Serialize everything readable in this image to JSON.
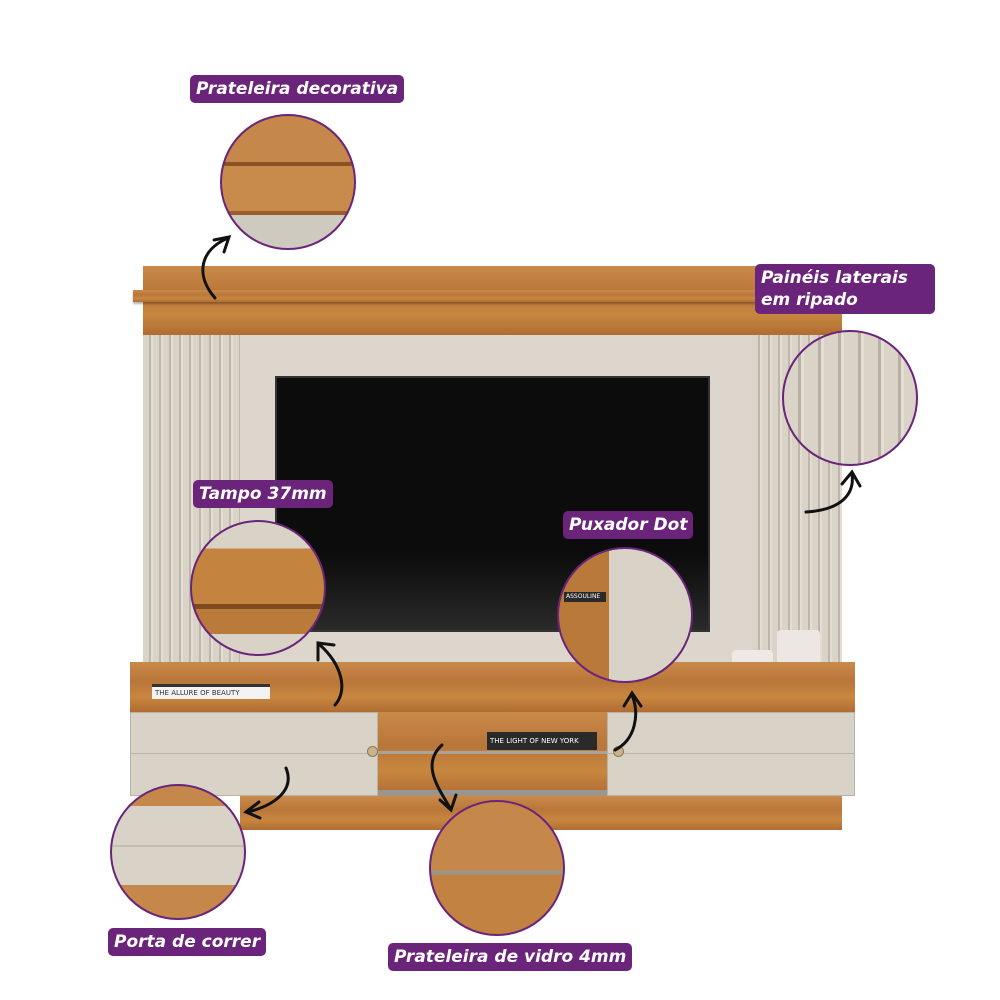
{
  "labels": {
    "decorative_shelf": "Prateleira decorativa",
    "side_panels": "Painéis laterais em ripado",
    "top": "Tampo 37mm",
    "handle": "Puxador Dot",
    "sliding_door": "Porta de correr",
    "glass_shelf": "Prateleira de vidro 4mm"
  },
  "books": {
    "left": "THE ALLURE OF BEAUTY",
    "middle": "THE LIGHT OF NEW YORK",
    "publisher": "ASSOULINE"
  },
  "colors": {
    "label_bg": "#6a2479",
    "wood": "#c0803f",
    "cream": "#dcd6cc",
    "tv": "#111111"
  }
}
